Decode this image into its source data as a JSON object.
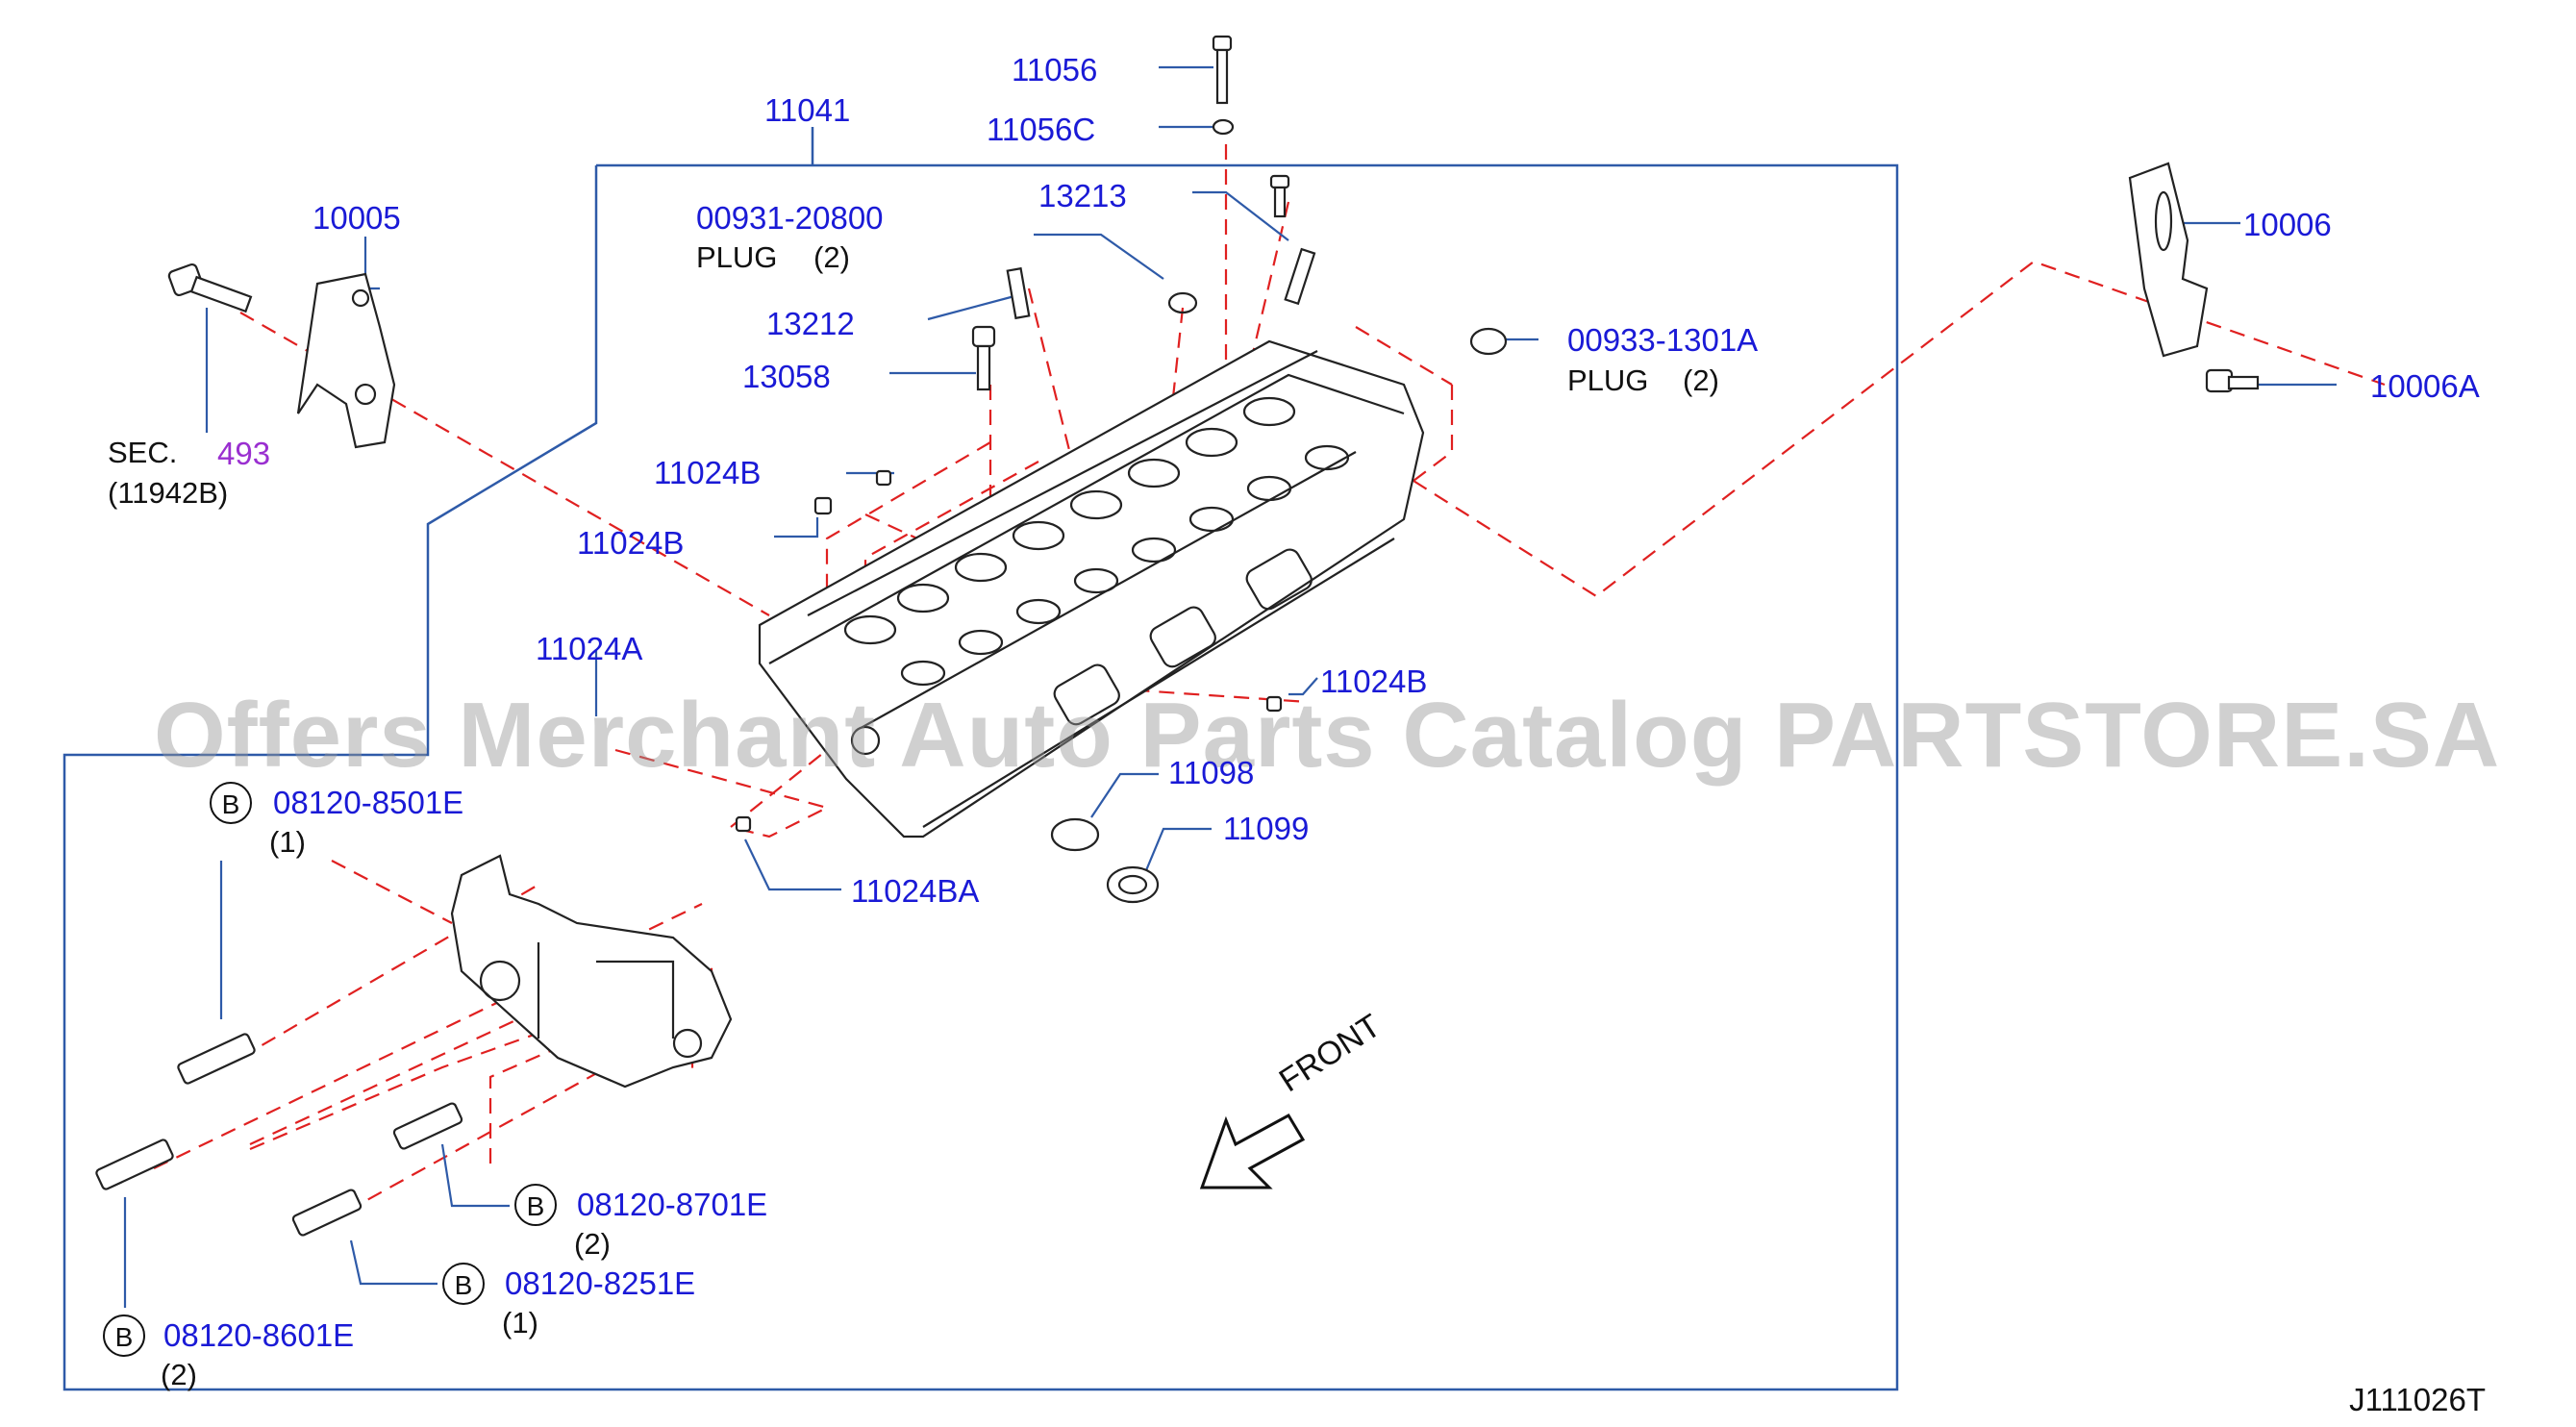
{
  "diagram_code": "J111026T",
  "watermark": "Offers Merchant Auto Parts Catalog PARTSTORE.SA",
  "front_label": "FRONT",
  "colors": {
    "label": "#1a1ad6",
    "frame": "#2e5aa8",
    "dashed": "#e02020",
    "sec_ref": "#9a2fd0"
  },
  "parts": {
    "p11056": "11056",
    "p11056C": "11056C",
    "p11041": "11041",
    "p13213": "13213",
    "p00931": "00931-20800",
    "plug1": "PLUG",
    "plug1_qty": "(2)",
    "p10005": "10005",
    "p13212": "13212",
    "p13058": "13058",
    "p00933": "00933-1301A",
    "plug2": "PLUG",
    "plug2_qty": "(2)",
    "p10006": "10006",
    "p10006A": "10006A",
    "sec_prefix": "SEC.",
    "sec_num": "493",
    "sec_sub": "(11942B)",
    "p11024B_1": "11024B",
    "p11024B_2": "11024B",
    "p11024A": "11024A",
    "p11024B_3": "11024B",
    "p11098": "11098",
    "p11099": "11099",
    "p11024BA": "11024BA",
    "b_mark": "B",
    "bolt1": "08120-8501E",
    "bolt1_qty": "(1)",
    "bolt2": "08120-8701E",
    "bolt2_qty": "(2)",
    "bolt3": "08120-8251E",
    "bolt3_qty": "(1)",
    "bolt4": "08120-8601E",
    "bolt4_qty": "(2)"
  }
}
